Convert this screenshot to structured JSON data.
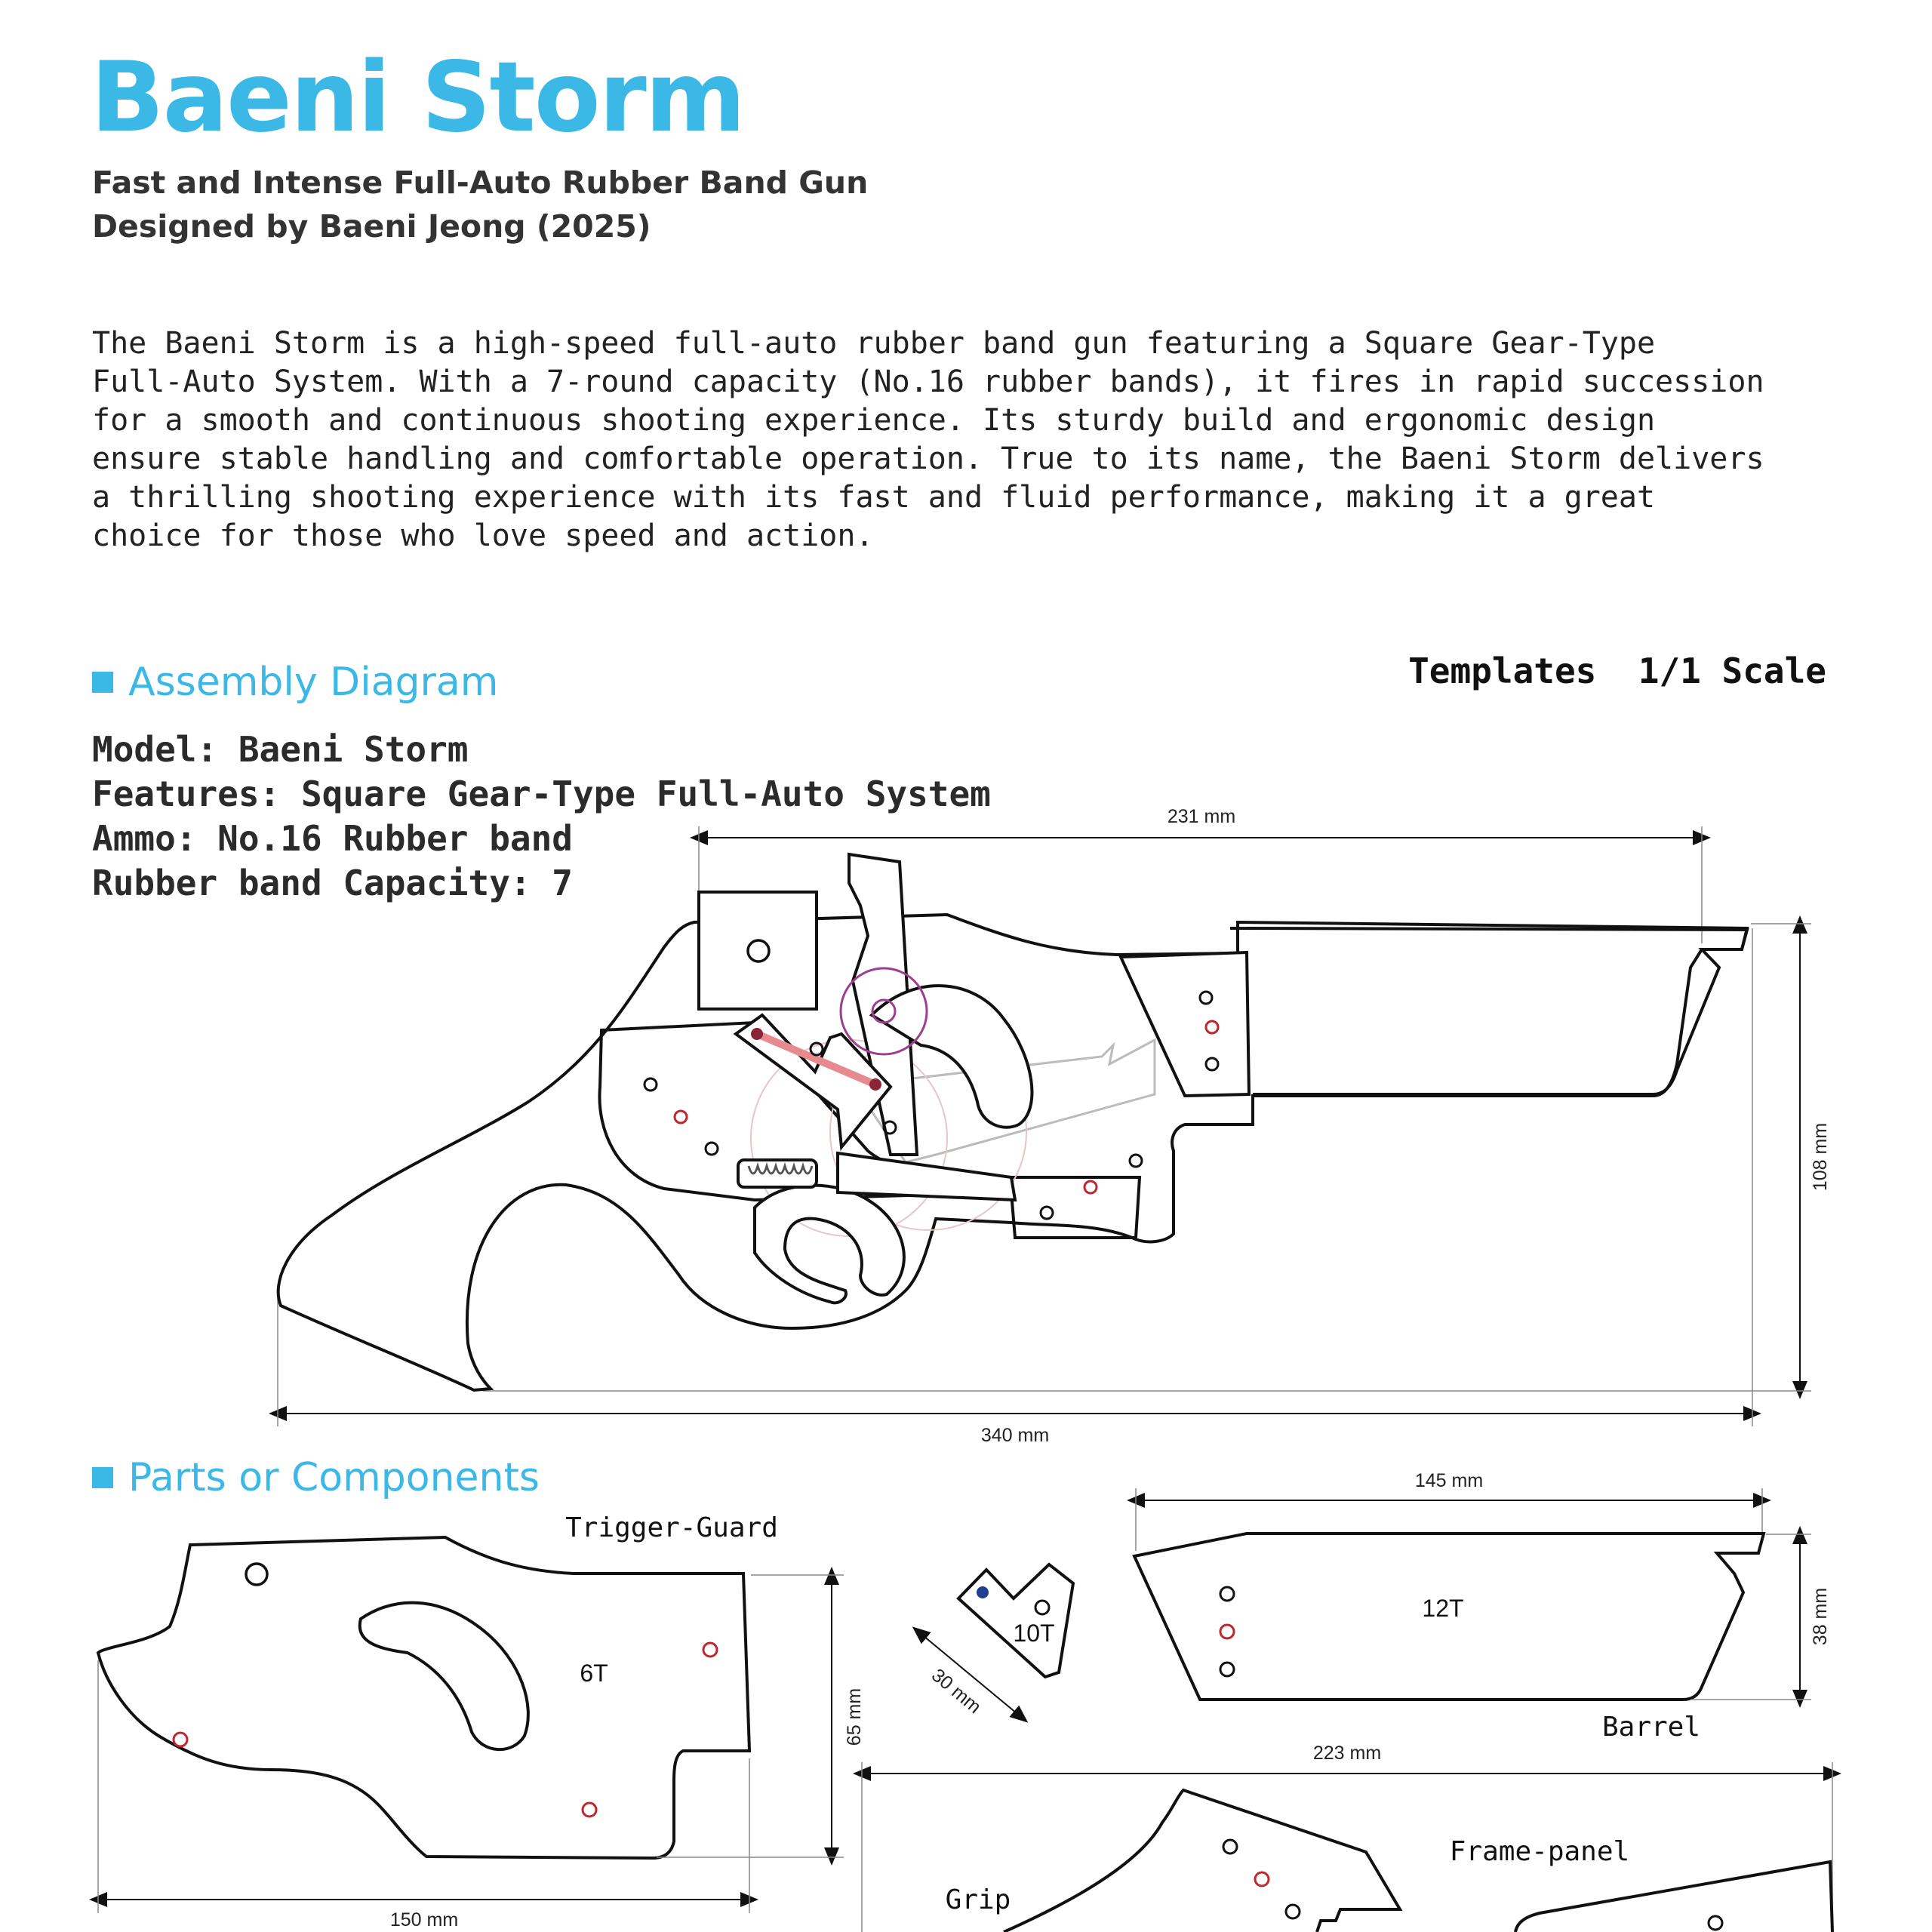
{
  "header": {
    "title": "Baeni Storm",
    "subtitle_line1": "Fast and Intense Full-Auto Rubber Band Gun",
    "subtitle_line2": "Designed by Baeni Jeong (2025)"
  },
  "description": "The Baeni Storm is a high-speed full-auto rubber band gun featuring a Square Gear-Type\nFull-Auto System. With a 7-round capacity (No.16 rubber bands), it fires in rapid succession\nfor a smooth and continuous shooting experience. Its sturdy build and ergonomic design\nensure stable handling and comfortable operation. True to its name, the Baeni Storm delivers\na thrilling shooting experience with its fast and fluid performance, making it a great\nchoice for those who love speed and action.",
  "assembly": {
    "heading": "Assembly Diagram",
    "templates_label": "Templates  1/1 Scale",
    "specs": {
      "model": "Model: Baeni Storm",
      "features": "Features: Square Gear-Type Full-Auto System",
      "ammo": "Ammo: No.16 Rubber band",
      "capacity": "Rubber band Capacity: 7"
    },
    "dimensions": {
      "top_width": "231 mm",
      "height": "108 mm",
      "overall_length": "340 mm"
    }
  },
  "parts": {
    "heading": "Parts or Components",
    "trigger_guard": {
      "name": "Trigger-Guard",
      "thickness": "6T",
      "width": "150 mm",
      "height": "65 mm"
    },
    "small_part": {
      "thickness": "10T",
      "dimension": "30 mm"
    },
    "barrel": {
      "name": "Barrel",
      "thickness": "12T",
      "width": "145 mm",
      "height": "38 mm"
    },
    "lower": {
      "width": "223 mm",
      "grip_name": "Grip",
      "frame_panel_name": "Frame-panel"
    }
  },
  "colors": {
    "accent": "#3bb8e6",
    "outline": "#111111",
    "red_hole": "#c0272d",
    "purple_gear": "#9b3f8e",
    "blue_dot": "#1e3f8f"
  }
}
